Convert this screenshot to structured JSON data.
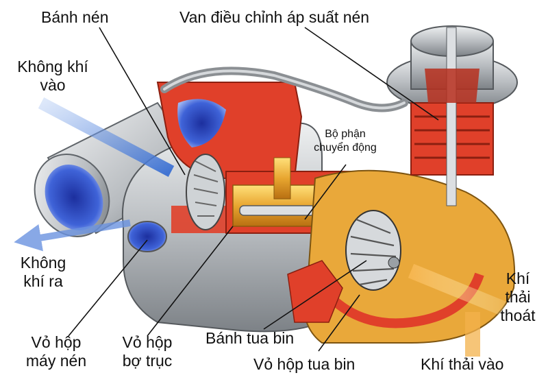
{
  "labels": {
    "compressor_wheel": "Bánh nén",
    "pressure_valve": "Van điều chỉnh áp suất nén",
    "air_in": [
      "Không khí",
      "vào"
    ],
    "moving_part": [
      "Bộ phận",
      "chuyển động"
    ],
    "air_out": [
      "Không",
      "khí ra"
    ],
    "exhaust_out": [
      "Khí",
      "thải",
      "thoát"
    ],
    "compressor_housing": [
      "Vỏ hộp",
      "máy nén"
    ],
    "bearing_housing": [
      "Vỏ hộp",
      "bợ trục"
    ],
    "turbine_wheel": "Bánh tua bin",
    "turbine_housing": "Vỏ hộp tua bin",
    "exhaust_in": "Khí thải vào"
  },
  "colors": {
    "housing_cut": "#e0402a",
    "housing_metal": "#c9cccf",
    "bearing_gold": "#e8a630",
    "air_flow": "#4f7fd6",
    "exhaust_flow": "#f2b24a",
    "leader_line": "#111111"
  }
}
